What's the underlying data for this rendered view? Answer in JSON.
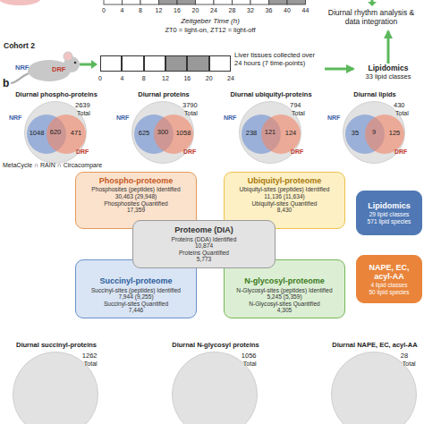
{
  "diagram": {
    "nodes": [
      {
        "text": [
          "Diurnal rhythm analysis & data integration"
        ]
      },
      {
        "text": [
          "Liver tissues collected over 24 hours (7 time-points)"
        ]
      },
      {
        "text": [
          "Lipidomics",
          "33 lipid classes"
        ]
      },
      {
        "text": [
          "Diurnal phospho-proteins",
          "2639",
          "Total"
        ]
      },
      {
        "text": [
          "NRF",
          "1048"
        ],
        "in": 3
      },
      {
        "text": [
          "471",
          "DRF"
        ],
        "in": 3
      },
      {
        "text": [
          "Diurnal proteins",
          "3790",
          "Total"
        ]
      },
      {
        "text": [
          "NRF",
          "625"
        ],
        "in": 6
      },
      {
        "text": [
          "1058",
          "DRF"
        ],
        "in": 6
      },
      {
        "text": [
          "Diurnal ubiquityl-proteins",
          "794",
          "Total"
        ]
      },
      {
        "text": [
          "NRF",
          "238"
        ],
        "in": 9
      },
      {
        "text": [
          "124",
          "DRF"
        ],
        "in": 9
      },
      {
        "text": [
          "Diurnal lipids",
          "430",
          "Total"
        ]
      },
      {
        "text": [
          "NRF",
          "35"
        ],
        "in": 12
      },
      {
        "text": [
          "125",
          "DRF"
        ],
        "in": 12
      },
      {
        "text": [
          "Phospho-proteome",
          "Phosphosites (peptides) Identified",
          "30,463 (29,948)",
          "Phosphosites Quantified",
          "17,359"
        ]
      },
      {
        "text": [
          "Ubiquityl-proteome",
          "Ubiquityl-sites (peptides) Identified",
          "11,136 (11,634)",
          "Ubiquityl-sites Quantified",
          "8,430"
        ]
      },
      {
        "text": [
          "Proteome (DIA)",
          "Proteins (DDA) Identified",
          "10,874",
          "Proteins Quantified",
          "5,773"
        ]
      },
      {
        "text": [
          "Lipidomics",
          "29 lipid classes",
          "571 lipid species"
        ]
      },
      {
        "text": [
          "Succinyl-proteome",
          "Succinyl-sites (peptides) Identified",
          "7,944 (9,255)",
          "Succinyl-sites Quantified",
          "7,446"
        ]
      },
      {
        "text": [
          "N-glycosyl-proteome",
          "N-Glycosyl-sites (peptides) Identified",
          "5,245 (5,359)",
          "N-Glycosyl-sites Quantified",
          "4,305"
        ]
      },
      {
        "text": [
          "NAPE, EC, acyl-AA",
          "4 lipid classes",
          "50 lipid species"
        ]
      },
      {
        "text": [
          "Diurnal succinyl-proteins",
          "1262",
          "Total"
        ]
      },
      {
        "text": [
          "Diurnal N-glycosyl proteins",
          "1056",
          "Total"
        ]
      },
      {
        "text": [
          "Diurnal NAPE, EC, acyl-AA",
          "28",
          "Total"
        ]
      }
    ],
    "edges": [
      {
        "from": 1,
        "to": 2,
        "arrow": "to"
      },
      {
        "from": 2,
        "to": 0,
        "arrow": "to"
      }
    ],
    "labels": [
      "0",
      "4",
      "8",
      "12",
      "16",
      "20",
      "24",
      "28",
      "32",
      "36",
      "40",
      "44",
      "Zeitgeber Time (h)",
      "ZT0 = light-on, ZT12 = light-off",
      "Cohort 2",
      "NRF",
      "DRF",
      "0",
      "4",
      "8",
      "12",
      "16",
      "20",
      "24",
      "b",
      "620",
      "300",
      "121",
      "9",
      "MetaCycle ∩ RAIN ∩ Circacompare"
    ]
  }
}
